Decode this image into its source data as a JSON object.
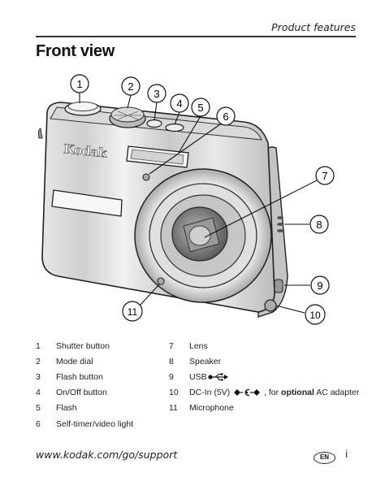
{
  "header": {
    "section": "Product features"
  },
  "page_title": "Front view",
  "camera": {
    "brand": "Kodak"
  },
  "callouts": [
    "1",
    "2",
    "3",
    "4",
    "5",
    "6",
    "7",
    "8",
    "9",
    "10",
    "11"
  ],
  "legend": {
    "left": [
      {
        "num": "1",
        "label": "Shutter button"
      },
      {
        "num": "2",
        "label": "Mode dial"
      },
      {
        "num": "3",
        "label": "Flash button"
      },
      {
        "num": "4",
        "label": "On/Off button"
      },
      {
        "num": "5",
        "label": "Flash"
      },
      {
        "num": "6",
        "label": "Self-timer/video light"
      }
    ],
    "right": [
      {
        "num": "7",
        "label": "Lens"
      },
      {
        "num": "8",
        "label": "Speaker"
      },
      {
        "num": "9",
        "label": "USB"
      },
      {
        "num": "10",
        "label_prefix": "DC-In (5V)",
        "label_mid": ", for ",
        "label_bold": "optional",
        "label_suffix": " AC adapter"
      },
      {
        "num": "11",
        "label": "Microphone"
      }
    ]
  },
  "footer": {
    "url": "www.kodak.com/go/support",
    "language_badge": "EN",
    "page_number": "i"
  }
}
